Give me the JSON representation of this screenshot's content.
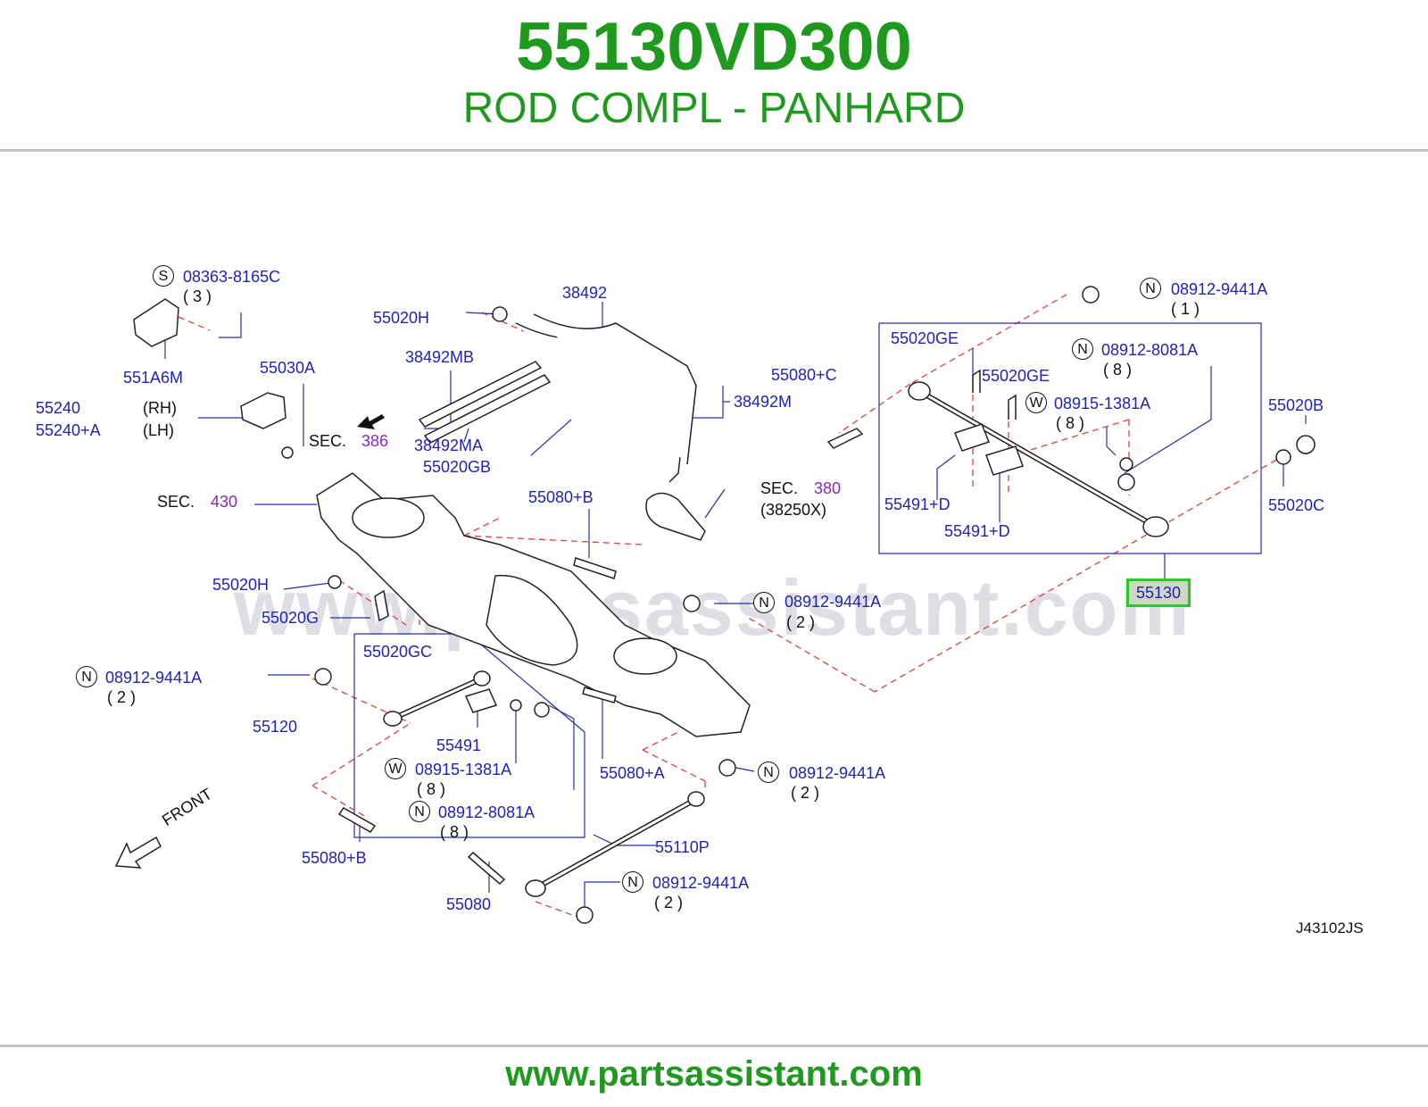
{
  "header": {
    "part_number": "55130VD300",
    "description": "ROD COMPL - PANHARD"
  },
  "footer": {
    "url": "www.partsassistant.com"
  },
  "watermark": "www.partsassistant.com",
  "diagram_code": "J43102JS",
  "front_label": "FRONT",
  "highlighted_part": "55130",
  "colors": {
    "brand_green": "#1f9a1f",
    "label_blue": "#2222bb",
    "sec_purple": "#8b26c4",
    "highlight_border": "#22cc22",
    "leader_red": "#e04040"
  },
  "labels": {
    "s_08363": "08363-8165C",
    "s_08363_qty": "( 3 )",
    "p551A6M": "551A6M",
    "p55030A": "55030A",
    "p55240": "55240",
    "p55240A": "55240+A",
    "rh": "(RH)",
    "lh": "(LH)",
    "p55020H_top": "55020H",
    "p38492": "38492",
    "p38492MB": "38492MB",
    "p38492M": "38492M",
    "p38492MA": "38492MA",
    "p55020GB": "55020GB",
    "sec_word1": "SEC.",
    "sec386": "386",
    "sec_word2": "SEC.",
    "sec430": "430",
    "sec_word3": "SEC.",
    "sec380": "380",
    "p38250X": "(38250X)",
    "p55080C": "55080+C",
    "p55080B_mid": "55080+B",
    "p55020H_mid": "55020H",
    "p55020G": "55020G",
    "n_top": "08912-9441A",
    "n_top_qty": "( 1 )",
    "p55020GE_a": "55020GE",
    "p55020GE_b": "55020GE",
    "n_8081_top": "08912-8081A",
    "n_8081_top_qty": "( 8 )",
    "w_1381_top": "08915-1381A",
    "w_1381_top_qty": "( 8 )",
    "p55020B": "55020B",
    "p55020C": "55020C",
    "p55491D_a": "55491+D",
    "p55491D_b": "55491+D",
    "n_mid": "08912-9441A",
    "n_mid_qty": "( 2 )",
    "n_left": "08912-9441A",
    "n_left_qty": "( 2 )",
    "p55020GC": "55020GC",
    "p55120": "55120",
    "p55491": "55491",
    "w_1381_bot": "08915-1381A",
    "w_1381_bot_qty": "( 8 )",
    "n_8081_bot": "08912-8081A",
    "n_8081_bot_qty": "( 8 )",
    "p55080A": "55080+A",
    "n_right": "08912-9441A",
    "n_right_qty": "( 2 )",
    "p55080B_bot": "55080+B",
    "p55110P": "55110P",
    "p55080": "55080",
    "n_bot": "08912-9441A",
    "n_bot_qty": "( 2 )"
  },
  "badges": {
    "s": "S",
    "n": "N",
    "w": "W"
  }
}
